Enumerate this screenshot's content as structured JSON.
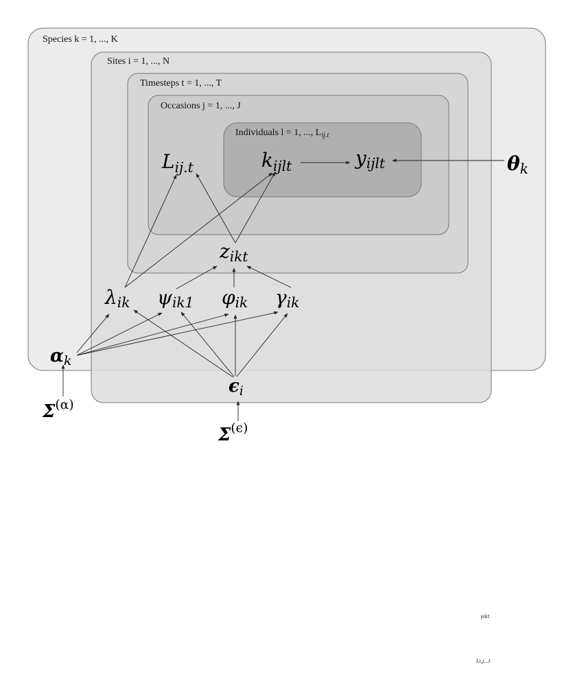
{
  "plates": {
    "species": {
      "label": "Species k = 1, ..., K"
    },
    "sites": {
      "label": "Sites i = 1, ..., N"
    },
    "timesteps": {
      "label": "Timesteps t = 1, ..., T"
    },
    "occasions": {
      "label": "Occasions j = 1, ..., J"
    },
    "individuals": {
      "label": "Individuals l = 1, ..., L",
      "label_sub": "ij.t"
    }
  },
  "nodes": {
    "L": {
      "base": "L",
      "sub": "ij.t"
    },
    "k": {
      "base": "k",
      "sub": "ijlt"
    },
    "y": {
      "base": "y",
      "sub": "ijlt"
    },
    "theta": {
      "base": "θ",
      "sub": "k"
    },
    "z": {
      "base": "z",
      "sub": "ikt"
    },
    "lambda": {
      "base": "λ",
      "sub": "ik"
    },
    "psi": {
      "base": "ψ",
      "sub": "ik1"
    },
    "phi": {
      "base": "φ",
      "sub": "ik"
    },
    "gamma": {
      "base": "γ",
      "sub": "ik"
    },
    "alpha": {
      "base": "α",
      "sub": "k"
    },
    "epsilon": {
      "base": "ϵ",
      "sub": "i"
    },
    "sigma_alpha": {
      "base": "Σ",
      "sup": "(α)"
    },
    "sigma_eps": {
      "base": "Σ",
      "sup": "(ϵ)"
    }
  },
  "stray_labels": {
    "gamma_ikt": "γikt",
    "L_ijt": "Li,j,.,t"
  },
  "colors": {
    "species_fill": "#ececec",
    "sites_fill": "#dddddd",
    "timesteps_fill": "#d6d6d6",
    "occasions_fill": "#cbcbcb",
    "individuals_fill": "#b0b0b0",
    "stroke": "#777777",
    "arrow": "#222222"
  }
}
